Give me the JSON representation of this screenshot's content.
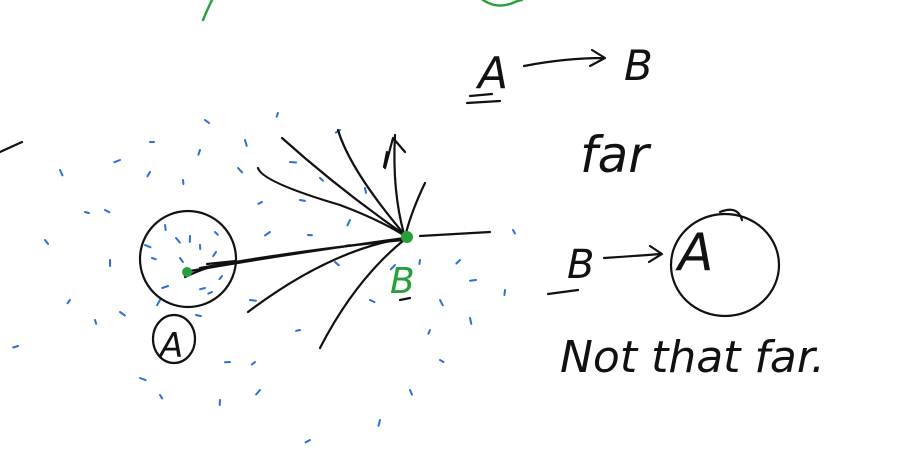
{
  "colors": {
    "ink": "#111111",
    "green": "#27a03a",
    "blue_dots": "#2a6fd6",
    "background": "#ffffff"
  },
  "diagram": {
    "node_a_label": "A",
    "node_b_label": "B",
    "notes": {
      "line1_from": "A",
      "line1_to": "B",
      "line1_word": "far",
      "line2_from": "B",
      "line2_to": "A",
      "line2_words": "Not that far."
    }
  }
}
